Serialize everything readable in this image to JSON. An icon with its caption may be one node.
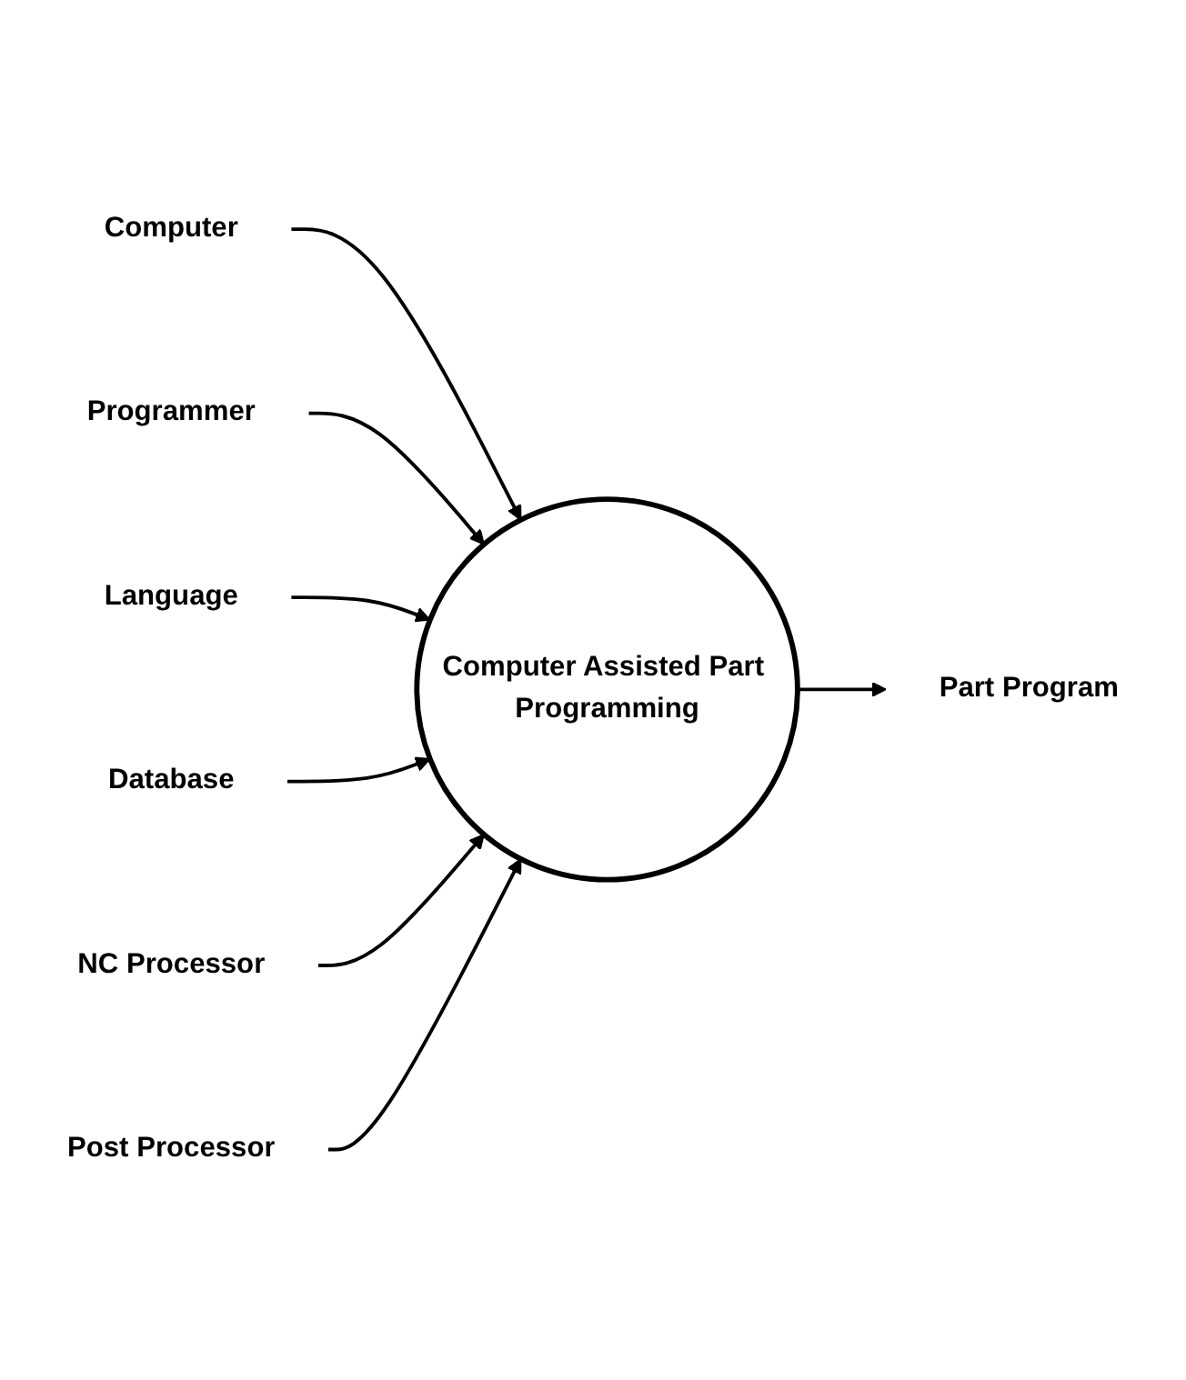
{
  "diagram": {
    "nodes": [
      {
        "text": [
          "Computer"
        ]
      },
      {
        "text": [
          "Programmer"
        ]
      },
      {
        "text": [
          "Computer Assisted Part Programming"
        ]
      },
      {
        "text": [
          "Language"
        ]
      },
      {
        "text": [
          "Database"
        ]
      },
      {
        "text": [
          "NC Processor"
        ]
      },
      {
        "text": [
          "Post Processor"
        ]
      },
      {
        "text": [
          "Part Program"
        ]
      }
    ],
    "edges": [
      {
        "from": 0,
        "to": 2,
        "arrow": "to"
      },
      {
        "from": 1,
        "to": 2,
        "arrow": "to"
      },
      {
        "from": 3,
        "to": 2,
        "arrow": "to"
      },
      {
        "from": 4,
        "to": 2,
        "arrow": "to"
      },
      {
        "from": 5,
        "to": 2,
        "arrow": "to"
      },
      {
        "from": 6,
        "to": 2,
        "arrow": "to"
      },
      {
        "from": 2,
        "to": 7,
        "arrow": "to"
      }
    ]
  }
}
